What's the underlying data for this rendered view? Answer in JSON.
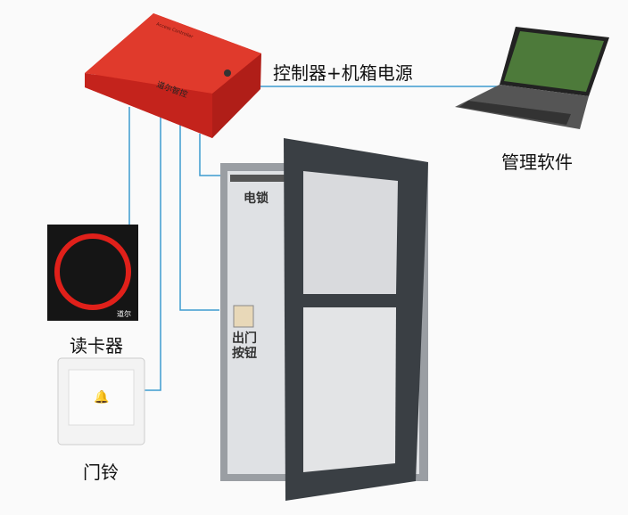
{
  "controller": {
    "label": "控制器+机箱电源",
    "model_text": "Access Controller",
    "brand": "道尔智控"
  },
  "laptop": {
    "label": "管理软件"
  },
  "reader": {
    "label": "读卡器",
    "brand": "道尔"
  },
  "doorbell": {
    "label": "门铃"
  },
  "door": {
    "lock_label": "电锁",
    "exit_button_label": "出门\n按钮"
  },
  "colors": {
    "wire": "#3d9bd0",
    "controller": "#d92b22",
    "door_frame": "#3a3f44"
  }
}
